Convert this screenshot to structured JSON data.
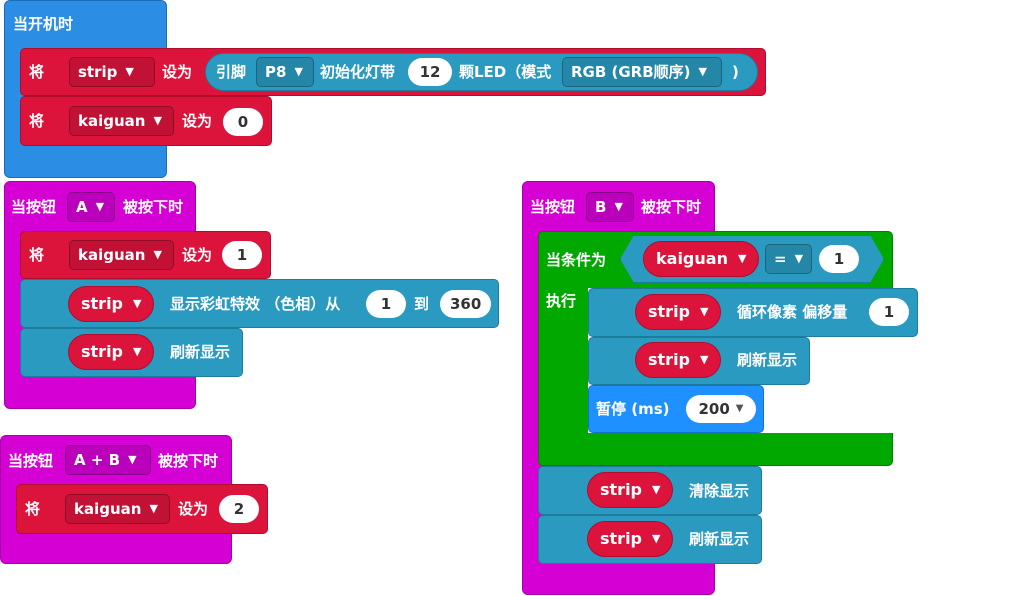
{
  "on_start": {
    "hat_label": "当开机时",
    "row1": {
      "set_label": "将",
      "var": "strip",
      "to_label": "设为",
      "pin_label": "引脚",
      "pin": "P8",
      "init_label": "初始化灯带",
      "count": "12",
      "leds_label": "颗LED（模式",
      "mode": "RGB (GRB顺序)",
      "close_paren": ")"
    },
    "row2": {
      "set_label": "将",
      "var": "kaiguan",
      "to_label": "设为",
      "value": "0"
    }
  },
  "button_a": {
    "hat_prefix": "当按钮",
    "button": "A",
    "hat_suffix": "被按下时",
    "set_row": {
      "set_label": "将",
      "var": "kaiguan",
      "to_label": "设为",
      "value": "1"
    },
    "rainbow_row": {
      "strip": "strip",
      "label": "显示彩虹特效 （色相）从",
      "from": "1",
      "to_label": "到",
      "to": "360"
    },
    "show_row": {
      "strip": "strip",
      "label": "刷新显示"
    }
  },
  "button_ab": {
    "hat_prefix": "当按钮",
    "button": "A + B",
    "hat_suffix": "被按下时",
    "set_row": {
      "set_label": "将",
      "var": "kaiguan",
      "to_label": "设为",
      "value": "2"
    }
  },
  "button_b": {
    "hat_prefix": "当按钮",
    "button": "B",
    "hat_suffix": "被按下时",
    "if_label": "当条件为",
    "cond_var": "kaiguan",
    "cond_op": "=",
    "cond_value": "1",
    "do_label": "执行",
    "rotate_row": {
      "strip": "strip",
      "label": "循环像素 偏移量",
      "value": "1"
    },
    "show_row1": {
      "strip": "strip",
      "label": "刷新显示"
    },
    "pause_row": {
      "label": "暂停 (ms)",
      "value": "200"
    },
    "clear_row": {
      "strip": "strip",
      "label": "清除显示"
    },
    "show_row2": {
      "strip": "strip",
      "label": "刷新显示"
    }
  },
  "icons": {
    "dropdown": "▼"
  }
}
